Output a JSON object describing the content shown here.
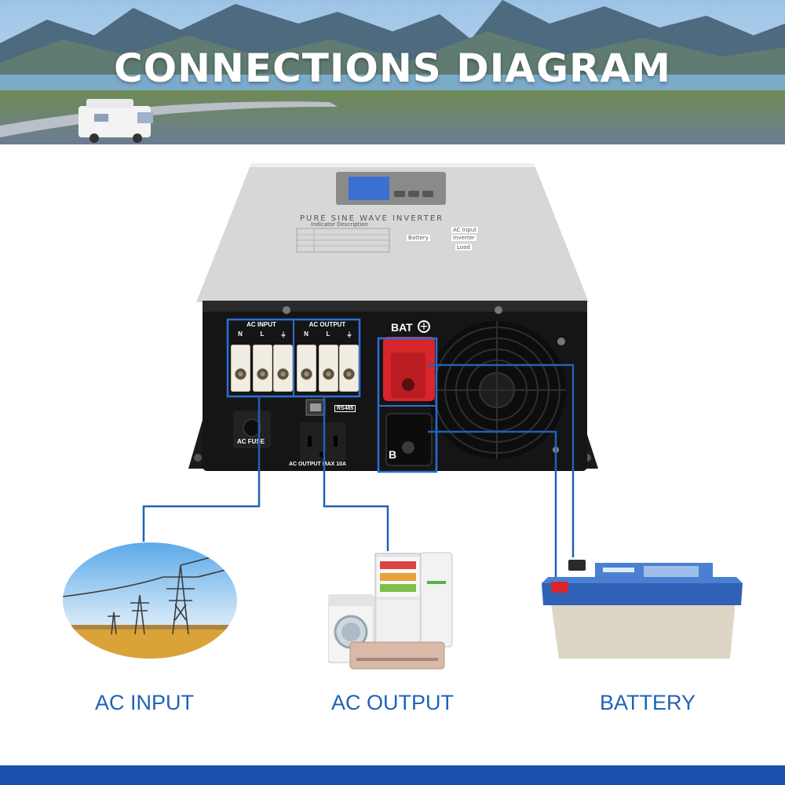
{
  "banner": {
    "title": "CONNECTIONS DIAGRAM"
  },
  "inverter": {
    "panel_title": "PURE SINE WAVE INVERTER",
    "indicator_description": "Indicator Description",
    "flow_labels": {
      "ac_input": "AC Input",
      "battery": "Battery",
      "inverter": "Inverter",
      "load": "Load"
    },
    "terminal_block": {
      "ac_input_header": "AC INPUT",
      "ac_output_header": "AC OUTPUT",
      "columns": [
        "N",
        "L",
        "⏚",
        "N",
        "L",
        "⏚"
      ]
    },
    "bat_positive_label": "BAT",
    "bat_negative_label": "B",
    "rs485_label": "RS485",
    "ac_fuse_label": "AC FUSE",
    "ac_output_max_label": "AC OUTPUT MAX 10A"
  },
  "captions": {
    "ac_input": "AC INPUT",
    "ac_output": "AC OUTPUT",
    "battery": "BATTERY"
  },
  "colors": {
    "connector_line": "#1f62b8",
    "caption_text": "#1f62b8",
    "bottom_bar": "#1a4fb0",
    "bat_positive_clamp": "#d7262c"
  }
}
